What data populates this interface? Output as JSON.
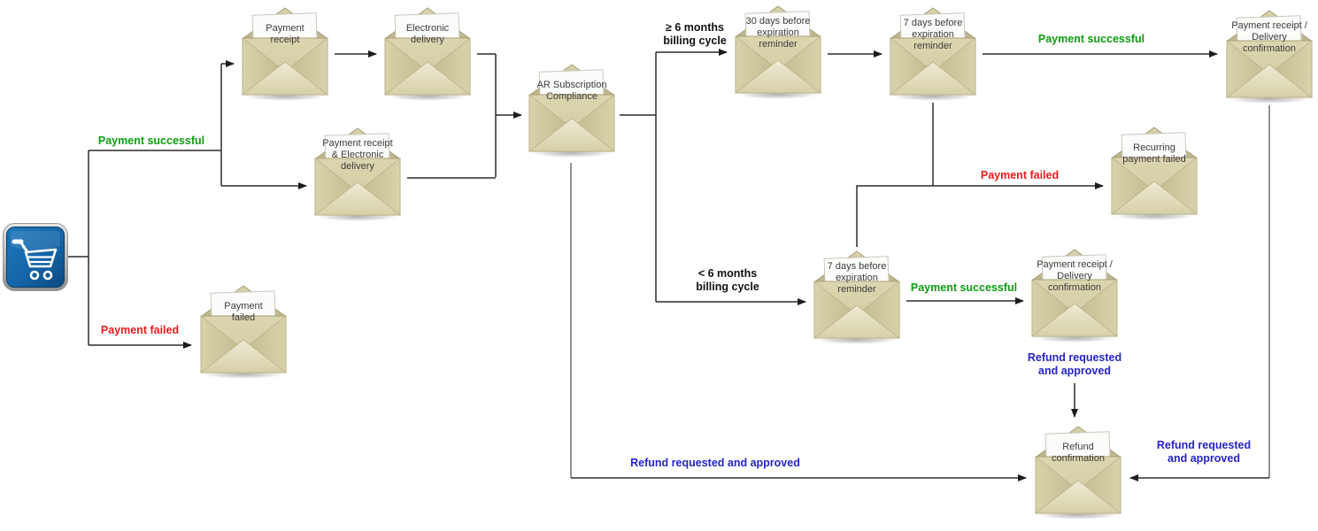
{
  "colors": {
    "success_green": "#0D9E10",
    "failure_red": "#ED1C1C",
    "refund_blue": "#2424C8",
    "condition_black": "#111111",
    "connector": "#2B2B2B",
    "connector_grey": "#6E6E6E",
    "node_text": "#3C3C3C",
    "envelope_beige": "#D7D1A9",
    "envelope_fold_dark": "#C6BE94",
    "envelope_fold_light": "#EFEAD3",
    "paper_white": "#FBFBFA",
    "cart_blue": "#1465A8",
    "cart_frame_silver": "#C0C0C0"
  },
  "nodes": {
    "online_store_cart": {
      "icon": "shopping-cart-icon"
    },
    "payment_receipt": {
      "label": "Payment\nreceipt"
    },
    "electronic_delivery": {
      "label": "Electronic\ndelivery"
    },
    "payment_receipt_and_electronic_delivery": {
      "label": "Payment receipt\n& Electronic\ndelivery"
    },
    "payment_failed": {
      "label": "Payment\nfailed"
    },
    "ar_subscription_compliance": {
      "label": "AR Subscription\nCompliance"
    },
    "reminder_30_days": {
      "label": "30 days before\nexpiration\nreminder"
    },
    "reminder_7_days": {
      "label": "7 days before\nexpiration\nreminder"
    },
    "receipt_delivery_confirmation_top": {
      "label": "Payment receipt /\nDelivery\nconfirmation"
    },
    "recurring_payment_failed": {
      "label": "Recurring\npayment failed"
    },
    "reminder_7_days_short_cycle": {
      "label": "7 days before\nexpiration\nreminder"
    },
    "receipt_delivery_confirmation_mid": {
      "label": "Payment receipt /\nDelivery\nconfirmation"
    },
    "refund_confirmation": {
      "label": "Refund\nconfirmation"
    }
  },
  "edges": {
    "payment_successful_purchase": {
      "label": "Payment successful",
      "color_role": "success",
      "from": "online_store_cart",
      "to": "payment_receipt; payment_receipt_and_electronic_delivery"
    },
    "payment_failed_purchase": {
      "label": "Payment failed",
      "color_role": "failure",
      "from": "online_store_cart",
      "to": "payment_failed"
    },
    "billing_cycle_6_months_or_more": {
      "label": "≥ 6 months\nbilling cycle",
      "color_role": "condition",
      "from": "ar_subscription_compliance",
      "to": "reminder_30_days"
    },
    "billing_cycle_under_6_months": {
      "label": "< 6 months\nbilling cycle",
      "color_role": "condition",
      "from": "ar_subscription_compliance",
      "to": "reminder_7_days_short_cycle"
    },
    "payment_successful_renewal": {
      "label": "Payment successful",
      "color_role": "success",
      "from": "reminder_7_days",
      "to": "receipt_delivery_confirmation_top"
    },
    "payment_failed_renewal": {
      "label": "Payment failed",
      "color_role": "failure",
      "from": "reminder_7_days; reminder_7_days_short_cycle",
      "to": "recurring_payment_failed"
    },
    "payment_successful_short_cycle": {
      "label": "Payment successful",
      "color_role": "success",
      "from": "reminder_7_days_short_cycle",
      "to": "receipt_delivery_confirmation_mid"
    },
    "refund_after_short_cycle": {
      "label": "Refund requested\nand approved",
      "color_role": "refund",
      "from": "receipt_delivery_confirmation_mid",
      "to": "refund_confirmation"
    },
    "refund_from_compliance": {
      "label": "Refund requested and approved",
      "color_role": "refund",
      "from": "ar_subscription_compliance",
      "to": "refund_confirmation"
    },
    "refund_after_renewal": {
      "label": "Refund requested\nand approved",
      "color_role": "refund",
      "from": "receipt_delivery_confirmation_top",
      "to": "refund_confirmation"
    }
  },
  "connections_without_labels": [
    {
      "from": "payment_receipt",
      "to": "electronic_delivery"
    },
    {
      "from": "electronic_delivery",
      "to": "ar_subscription_compliance"
    },
    {
      "from": "payment_receipt_and_electronic_delivery",
      "to": "ar_subscription_compliance"
    },
    {
      "from": "reminder_30_days",
      "to": "reminder_7_days"
    }
  ]
}
